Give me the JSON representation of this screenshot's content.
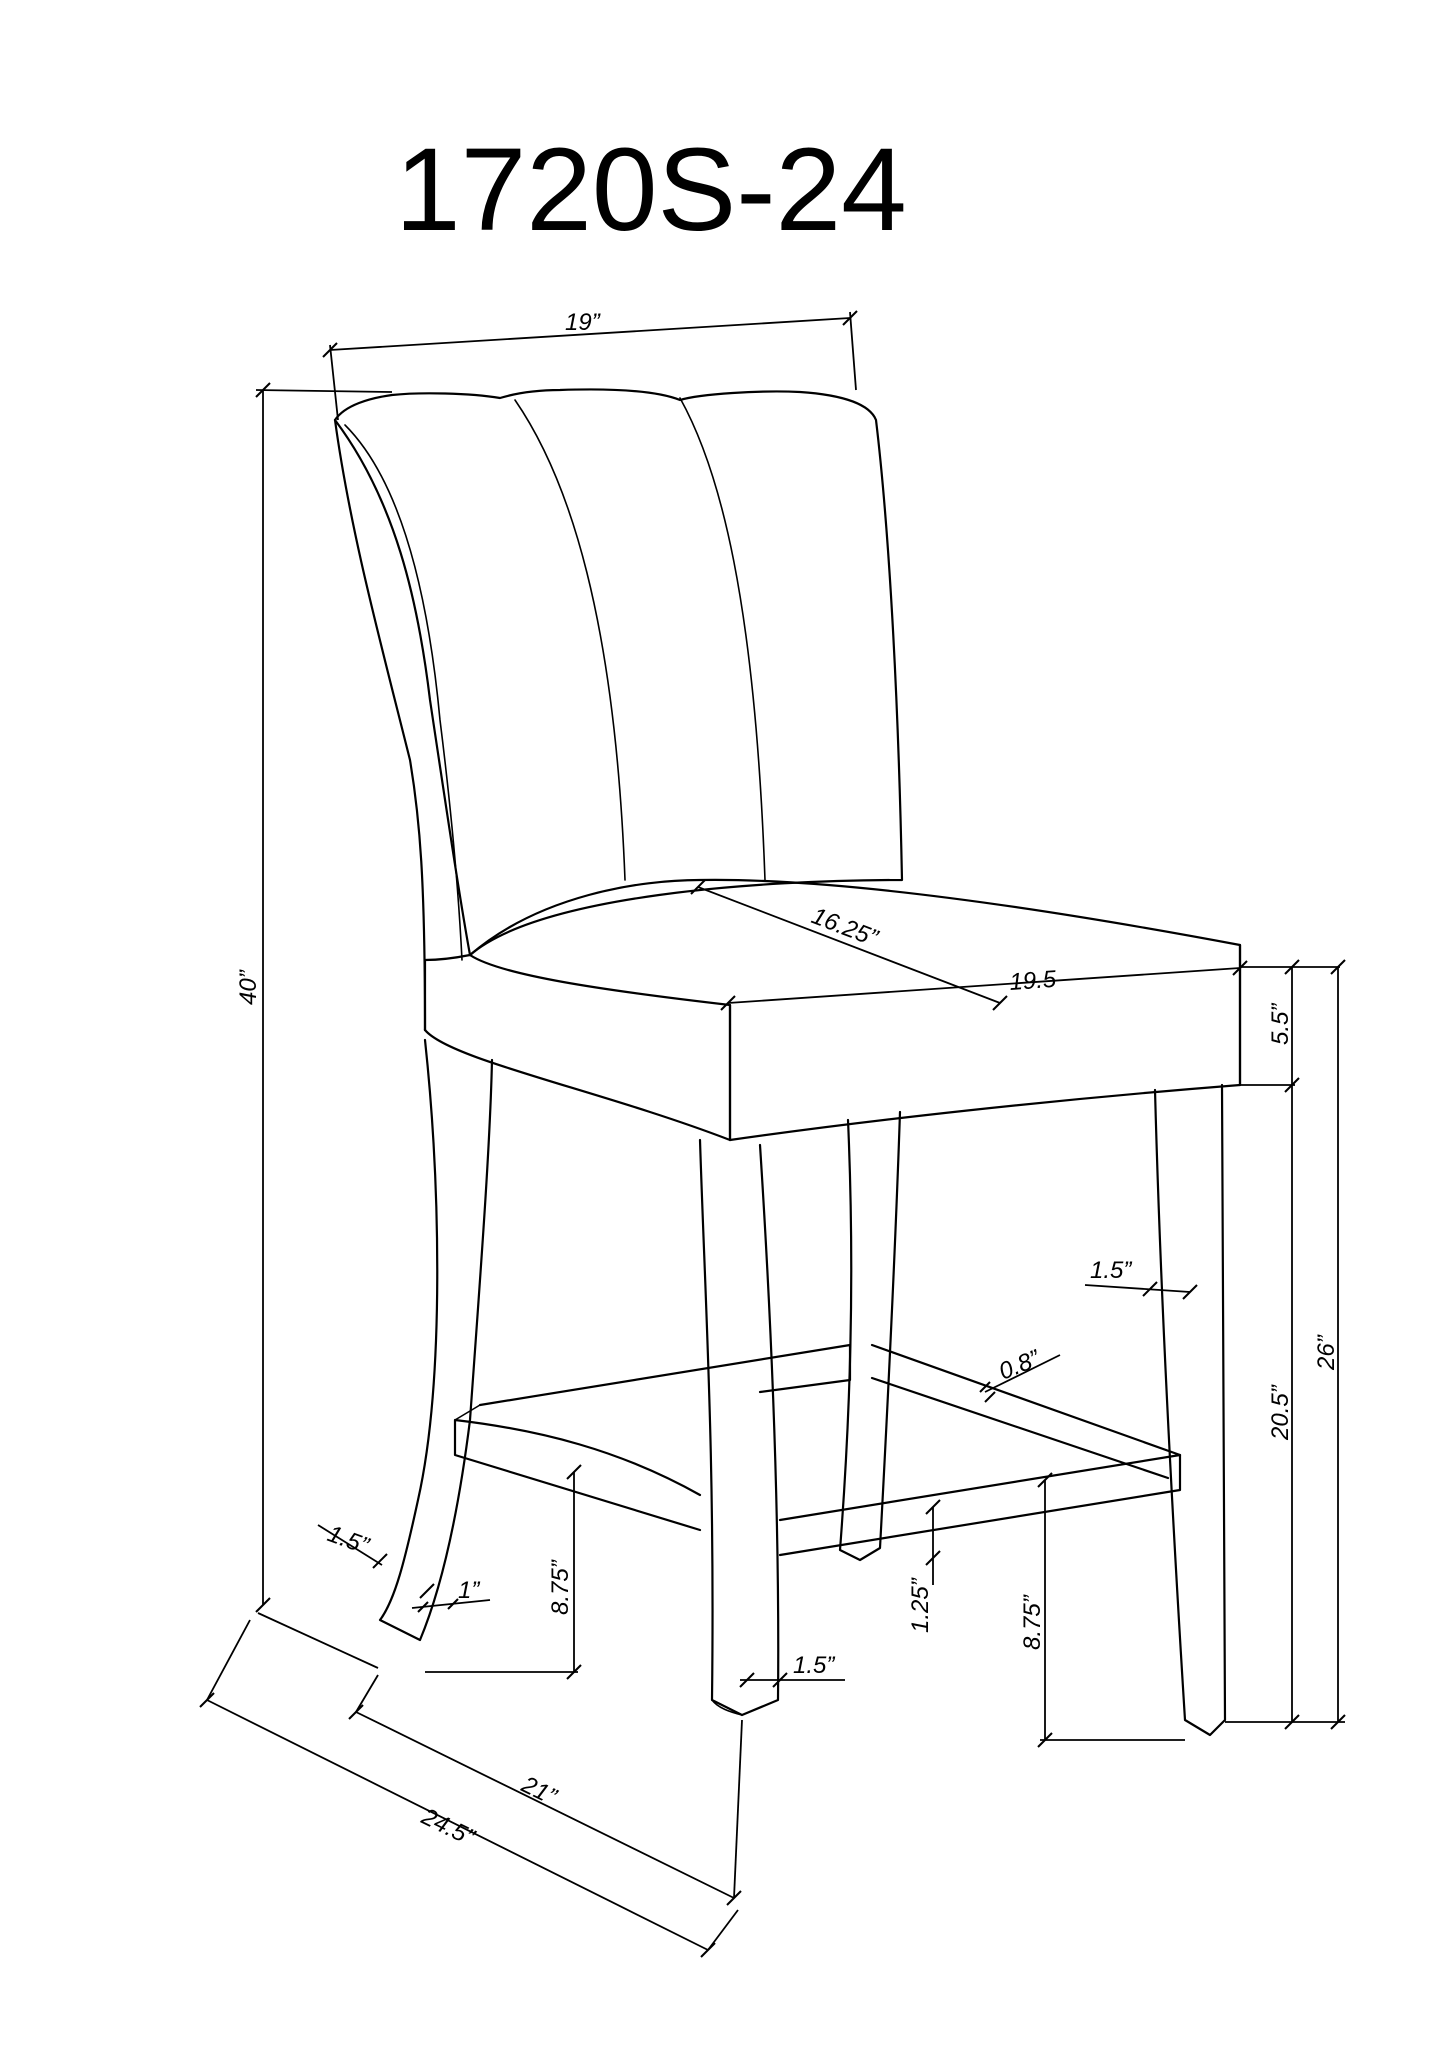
{
  "title": "1720S-24",
  "dimensions": {
    "back_width": "19”",
    "overall_height": "40”",
    "seat_depth": "16.25”",
    "seat_width": "19.5",
    "seat_thickness": "5.5”",
    "seat_height": "20.5”",
    "overall_seat_top_height": "26”",
    "leg_width_right": "1.5”",
    "stretcher_thickness": "0.8”",
    "back_leg_depth": "1.5”",
    "back_leg_width": "1”",
    "stretcher_height_back": "8.75”",
    "stretcher_height_front": "8.75”",
    "stretcher_depth": "1.25”",
    "front_leg_width": "1.5”",
    "base_depth": "21”",
    "overall_depth": "24.5”"
  }
}
